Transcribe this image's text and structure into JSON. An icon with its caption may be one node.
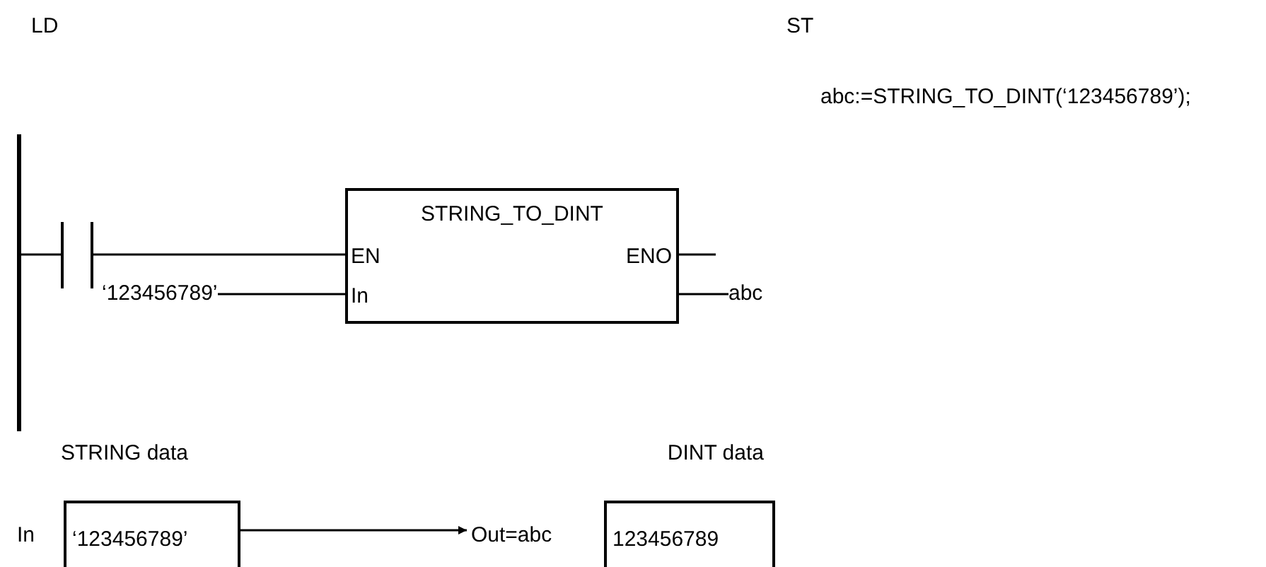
{
  "diagram": {
    "nodes": [
      {
        "text": [
          "STRING_TO_DINT",
          "EN",
          "ENO",
          "In"
        ]
      },
      {
        "text": [],
        "shape": "contact"
      },
      {
        "text": [],
        "shape": "bar"
      },
      {
        "text": [
          "‘123456789’"
        ]
      },
      {
        "text": [
          "abc"
        ]
      },
      {
        "text": [
          "STRING data",
          "‘123456789’"
        ],
        "beside": [
          "In"
        ]
      },
      {
        "text": [
          "DINT data",
          "123456789"
        ],
        "beside": [
          "Out=abc"
        ]
      }
    ],
    "edges": [
      {
        "from": 2,
        "to": 1,
        "arrow": "none"
      },
      {
        "from": 1,
        "to": 0,
        "arrow": "none"
      },
      {
        "from": 3,
        "to": 0,
        "arrow": "none"
      },
      {
        "from": 0,
        "to": 4,
        "arrow": "none"
      },
      {
        "from": 0,
        "to": null,
        "arrow": "none"
      },
      {
        "from": 5,
        "to": 6,
        "arrow": "to"
      }
    ],
    "labels": [
      "LD",
      "ST",
      "abc:=STRING_TO_DINT(‘123456789’);"
    ]
  }
}
